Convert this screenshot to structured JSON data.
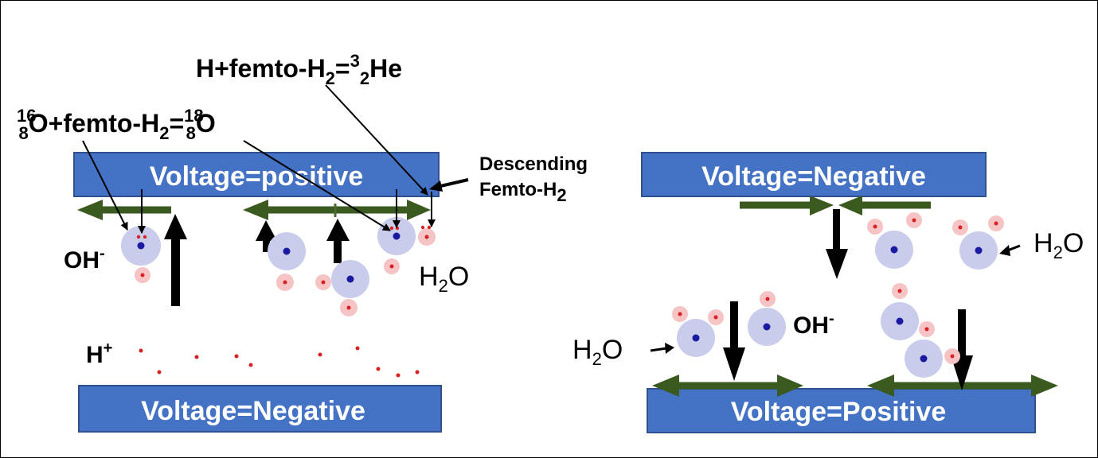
{
  "left_panel": {
    "top_plate_label": "Voltage=positive",
    "bottom_plate_label": "Voltage=Negative",
    "equation_helium": {
      "pre": "H+femto-H",
      "sub1": "2",
      "mid": "=",
      "sup": "3",
      "sub2": "2",
      "post": "He"
    },
    "equation_oxygen": {
      "sup1": "16",
      "sub1": "8",
      "pre": "O+femto-H",
      "sub2": "2",
      "mid": "=",
      "sup2": "18",
      "sub3": "8",
      "post": "O"
    },
    "descending": {
      "line1": "Descending",
      "line2": "Femto-H",
      "sub": "2"
    },
    "oh_label": {
      "text": "OH",
      "sup": "-"
    },
    "h2o_label": {
      "pre": "H",
      "sub": "2",
      "post": "O"
    },
    "hplus_label": {
      "text": "H",
      "sup": "+"
    }
  },
  "right_panel": {
    "top_plate_label": "Voltage=Negative",
    "bottom_plate_label": "Voltage=Positive",
    "h2o_right_label": {
      "pre": "H",
      "sub": "2",
      "post": "O"
    },
    "h2o_left_label": {
      "pre": "H",
      "sub": "2",
      "post": "O"
    },
    "oh_label": {
      "text": "OH",
      "sup": "-"
    }
  },
  "colors": {
    "plate": "#4472C4",
    "plate_border": "#2F528F",
    "double_arrow": "#3A5A1F",
    "oxygen_shell": "#C9CCEB",
    "oxygen_core": "#1A1AA0",
    "hydrogen_shell": "#F6C4C4",
    "hydrogen_core": "#D62222"
  }
}
